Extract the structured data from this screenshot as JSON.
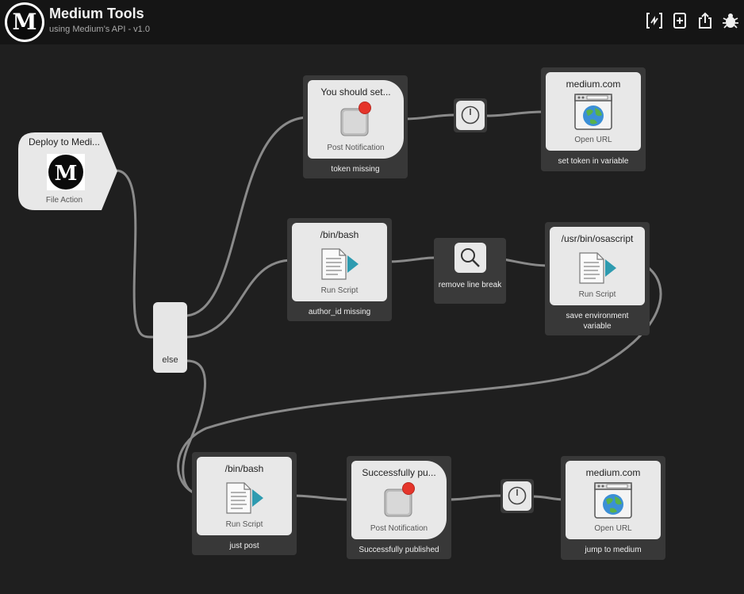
{
  "app": {
    "logo_letter": "M",
    "title": "Medium Tools",
    "subtitle": "using Medium’s API - v1.0"
  },
  "header_icons": [
    "variable-icon",
    "add-icon",
    "share-icon",
    "bug-icon"
  ],
  "colors": {
    "background": "#1f1f1f",
    "header": "#151515",
    "node": "#383838",
    "card": "#e8e8e8",
    "wire": "#8a8a8a",
    "badge": "#e5352b",
    "script_arrow": "#2e9bb0"
  },
  "nodes": {
    "deploy": {
      "title": "Deploy to Medi...",
      "type": "File Action"
    },
    "notify_token": {
      "title": "You should set...",
      "type": "Post Notification",
      "label": "token missing"
    },
    "open_token": {
      "title": "medium.com",
      "type": "Open URL",
      "label": "set token in variable"
    },
    "bash_author": {
      "title": "/bin/bash",
      "type": "Run Script",
      "label": "author_id missing"
    },
    "replace_break": {
      "label": "remove line break"
    },
    "osascript": {
      "title": "/usr/bin/osascript",
      "type": "Run Script",
      "label": "save environment variable"
    },
    "conditional": {
      "label": "else"
    },
    "bash_post": {
      "title": "/bin/bash",
      "type": "Run Script",
      "label": "just post"
    },
    "notify_done": {
      "title": "Successfully pu...",
      "type": "Post Notification",
      "label": "Successfully published"
    },
    "open_done": {
      "title": "medium.com",
      "type": "Open URL",
      "label": "jump to medium"
    }
  }
}
